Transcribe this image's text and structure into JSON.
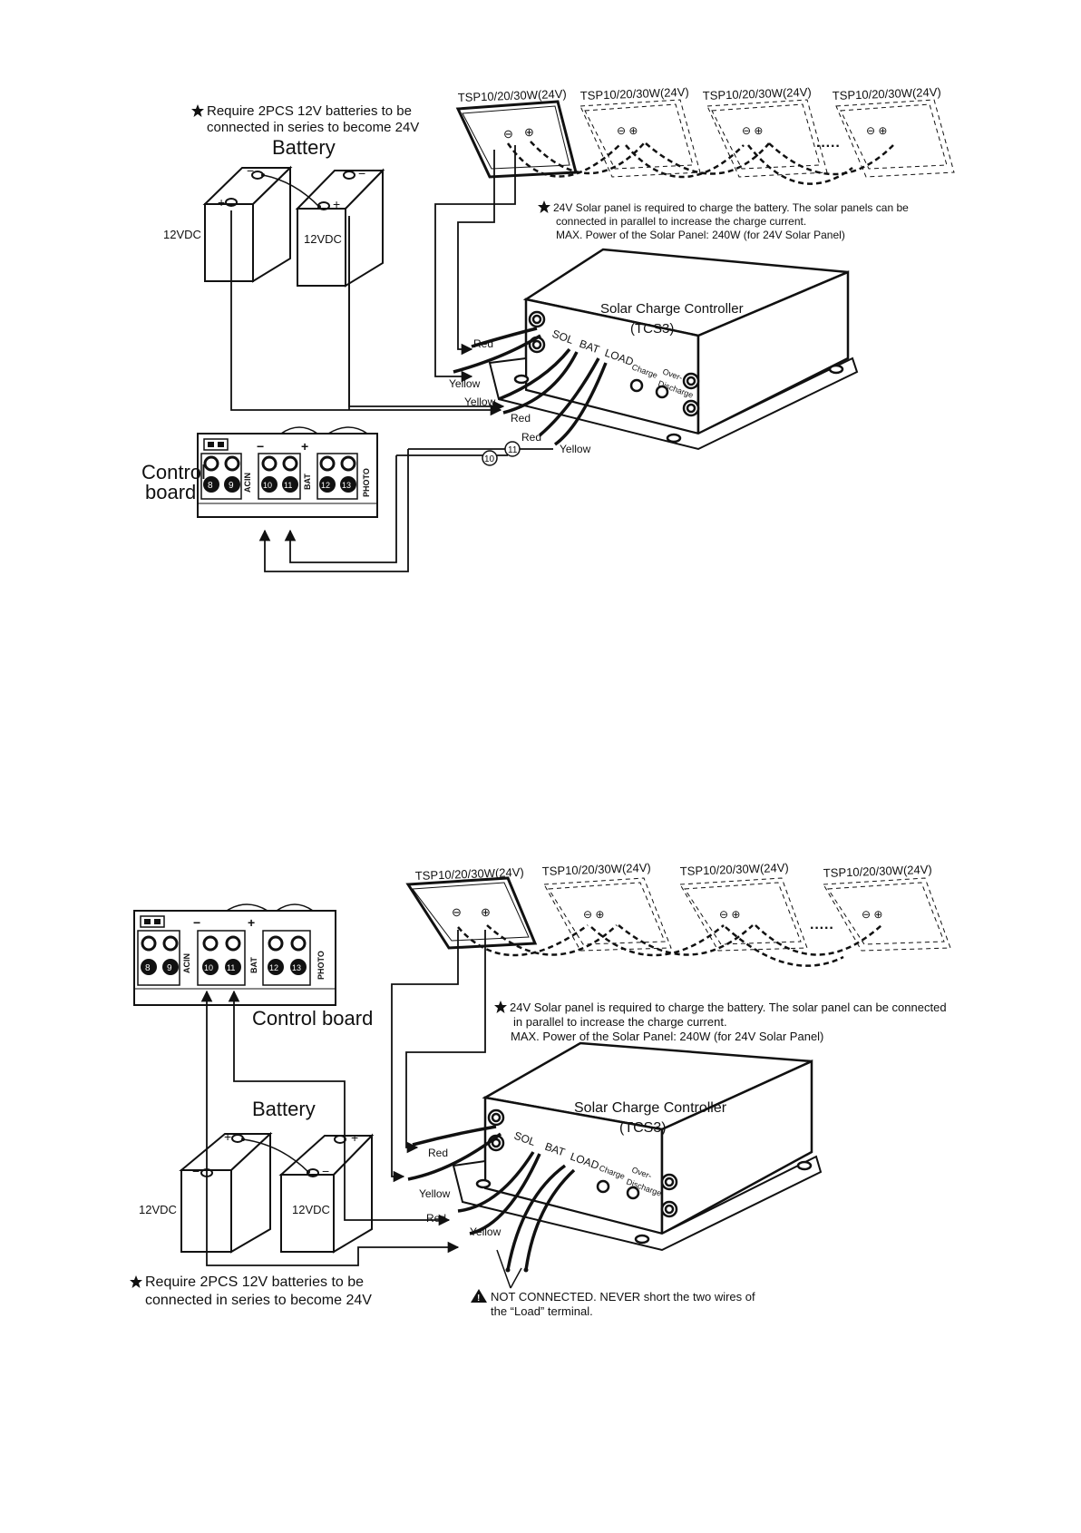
{
  "diagram1": {
    "battery_note_line1": "Require 2PCS 12V batteries to be",
    "battery_note_line2": "connected in series to become 24V",
    "battery_title": "Battery",
    "battery_left_label": "12VDC",
    "battery_right_label": "12VDC",
    "panel_labels": [
      "TSP10/20/30W(24V)",
      "TSP10/20/30W(24V)",
      "TSP10/20/30W(24V)",
      "TSP10/20/30W(24V)"
    ],
    "panel_ellipsis": "·····",
    "solar_note_line1": "24V Solar panel is required to charge the battery. The solar panels can be",
    "solar_note_line2": "connected in parallel to increase the charge current.",
    "solar_note_line3": "MAX. Power of the Solar Panel: 240W (for 24V Solar Panel)",
    "controller_title": "Solar Charge Controller",
    "controller_model": "(TCS3)",
    "port_sol": "SOL",
    "port_bat": "BAT",
    "port_load": "LOAD",
    "led_charge": "Charge",
    "led_over1": "Over-",
    "led_over2": "Discharge",
    "wire_red_1": "Red",
    "wire_yellow_1": "Yellow",
    "wire_yellow_2": "Yellow",
    "wire_red_2": "Red",
    "wire_red_3": "Red",
    "wire_yellow_3": "Yellow",
    "num_11": "11",
    "num_10": "10",
    "control_board_line1": "Control",
    "control_board_line2": "board",
    "terminals": [
      "8",
      "9",
      "10",
      "11",
      "12",
      "13"
    ],
    "term_acin": "ACIN",
    "term_bat": "BAT",
    "term_photo": "PHOTO",
    "term_minus": "−",
    "term_plus": "+"
  },
  "diagram2": {
    "panel_labels": [
      "TSP10/20/30W(24V)",
      "TSP10/20/30W(24V)",
      "TSP10/20/30W(24V)",
      "TSP10/20/30W(24V)"
    ],
    "panel_ellipsis": "·····",
    "solar_note_line1": "24V Solar panel is required to charge the battery. The solar panel can be connected",
    "solar_note_line2": "in parallel to increase the charge current.",
    "solar_note_line3": "MAX. Power of the Solar Panel: 240W (for 24V Solar Panel)",
    "control_board_label": "Control board",
    "terminals": [
      "8",
      "9",
      "10",
      "11",
      "12",
      "13"
    ],
    "term_acin": "ACIN",
    "term_bat": "BAT",
    "term_photo": "PHOTO",
    "term_minus": "−",
    "term_plus": "+",
    "battery_title": "Battery",
    "battery_left_label": "12VDC",
    "battery_right_label": "12VDC",
    "controller_title": "Solar Charge Controller",
    "controller_model": "(TCS3)",
    "port_sol": "SOL",
    "port_bat": "BAT",
    "port_load": "LOAD",
    "led_charge": "Charge",
    "led_over1": "Over-",
    "led_over2": "Discharge",
    "wire_red_1": "Red",
    "wire_yellow_1": "Yellow",
    "wire_red_2": "Red",
    "wire_yellow_2": "Yellow",
    "battery_note_line1": "Require 2PCS 12V batteries to be",
    "battery_note_line2": "connected in series to become 24V",
    "warning_line1": "NOT CONNECTED. NEVER short the two wires of",
    "warning_line2": "the “Load” terminal."
  }
}
